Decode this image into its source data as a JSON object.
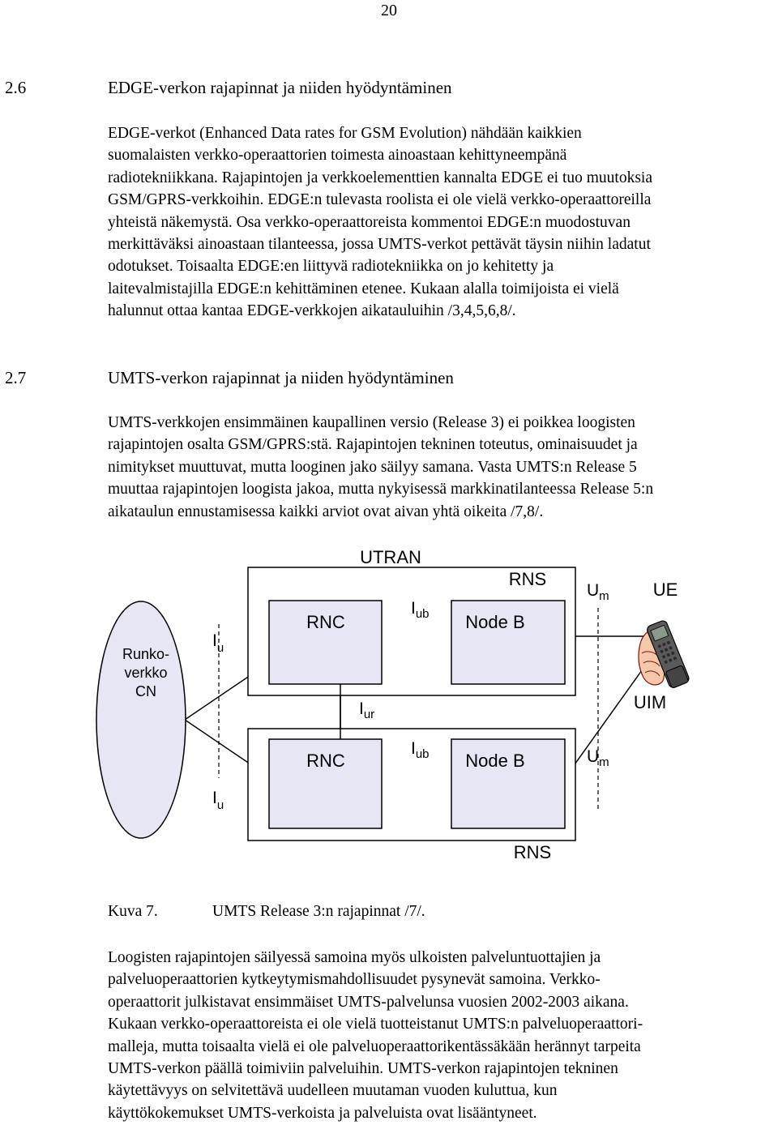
{
  "page_number": "20",
  "section_2_6": {
    "number": "2.6",
    "title": "EDGE-verkon rajapinnat ja niiden hyödyntäminen",
    "lines": [
      "EDGE-verkot (Enhanced Data rates for GSM Evolution) nähdään kaikkien",
      "suomalaisten verkko-operaattorien toimesta ainoastaan kehittyneempänä",
      "radiotekniikkana. Rajapintojen ja verkkoelementtien kannalta EDGE ei tuo muutoksia",
      "GSM/GPRS-verkkoihin. EDGE:n tulevasta roolista ei ole vielä verkko-operaattoreilla",
      "yhteistä näkemystä. Osa verkko-operaattoreista kommentoi EDGE:n muodostuvan",
      "merkittäväksi ainoastaan tilanteessa, jossa UMTS-verkot pettävät täysin niihin ladatut",
      "odotukset. Toisaalta EDGE:en liittyvä radiotekniikka on jo kehitetty ja",
      "laitevalmistajilla EDGE:n kehittäminen etenee. Kukaan alalla toimijoista ei vielä",
      "halunnut ottaa kantaa EDGE-verkkojen aikatauluihin /3,4,5,6,8/."
    ]
  },
  "section_2_7": {
    "number": "2.7",
    "title": "UMTS-verkon rajapinnat ja niiden hyödyntäminen",
    "lines": [
      "UMTS-verkkojen ensimmäinen kaupallinen versio (Release 3) ei poikkea loogisten",
      "rajapintojen osalta GSM/GPRS:stä. Rajapintojen tekninen toteutus, ominaisuudet ja",
      "nimitykset muuttuvat, mutta looginen jako säilyy samana. Vasta UMTS:n Release 5",
      "muuttaa rajapintojen loogista jakoa, mutta nykyisessä markkinatilanteessa Release 5:n",
      "aikataulun ennustamisessa kaikki arviot ovat aivan yhtä oikeita /7,8/."
    ]
  },
  "diagram": {
    "utran": "UTRAN",
    "rns_top": "RNS",
    "rns_bottom": "RNS",
    "core_line1": "Runko-",
    "core_line2": "verkko",
    "core_line3": "CN",
    "rnc": "RNC",
    "node_b": "Node B",
    "iu_main": "I",
    "iu_sub": "u",
    "iub_main": "I",
    "iub_sub": "ub",
    "iur_main": "I",
    "iur_sub": "ur",
    "um_main": "U",
    "um_sub": "m",
    "ue": "UE",
    "uim": "UIM",
    "box_fill": "#e6e6f5"
  },
  "caption": {
    "label": "Kuva 7.",
    "text": "UMTS Release 3:n rajapinnat /7/."
  },
  "closing": {
    "lines": [
      "Loogisten rajapintojen säilyessä samoina myös ulkoisten palveluntuottajien ja",
      "palveluoperaattorien kytkeytymismahdollisuudet pysynevät samoina. Verkko-",
      "operaattorit julkistavat ensimmäiset UMTS-palvelunsa vuosien 2002-2003 aikana.",
      "Kukaan verkko-operaattoreista ei ole vielä tuotteistanut UMTS:n palveluoperaattori-",
      "malleja, mutta toisaalta vielä ei ole palveluoperaattorikentässäkään herännyt tarpeita",
      "UMTS-verkon päällä toimiviin palveluihin. UMTS-verkon rajapintojen tekninen",
      "käytettävyys on selvitettävä uudelleen muutaman vuoden kuluttua, kun",
      "käyttökokemukset UMTS-verkoista ja palveluista ovat lisääntyneet."
    ]
  }
}
